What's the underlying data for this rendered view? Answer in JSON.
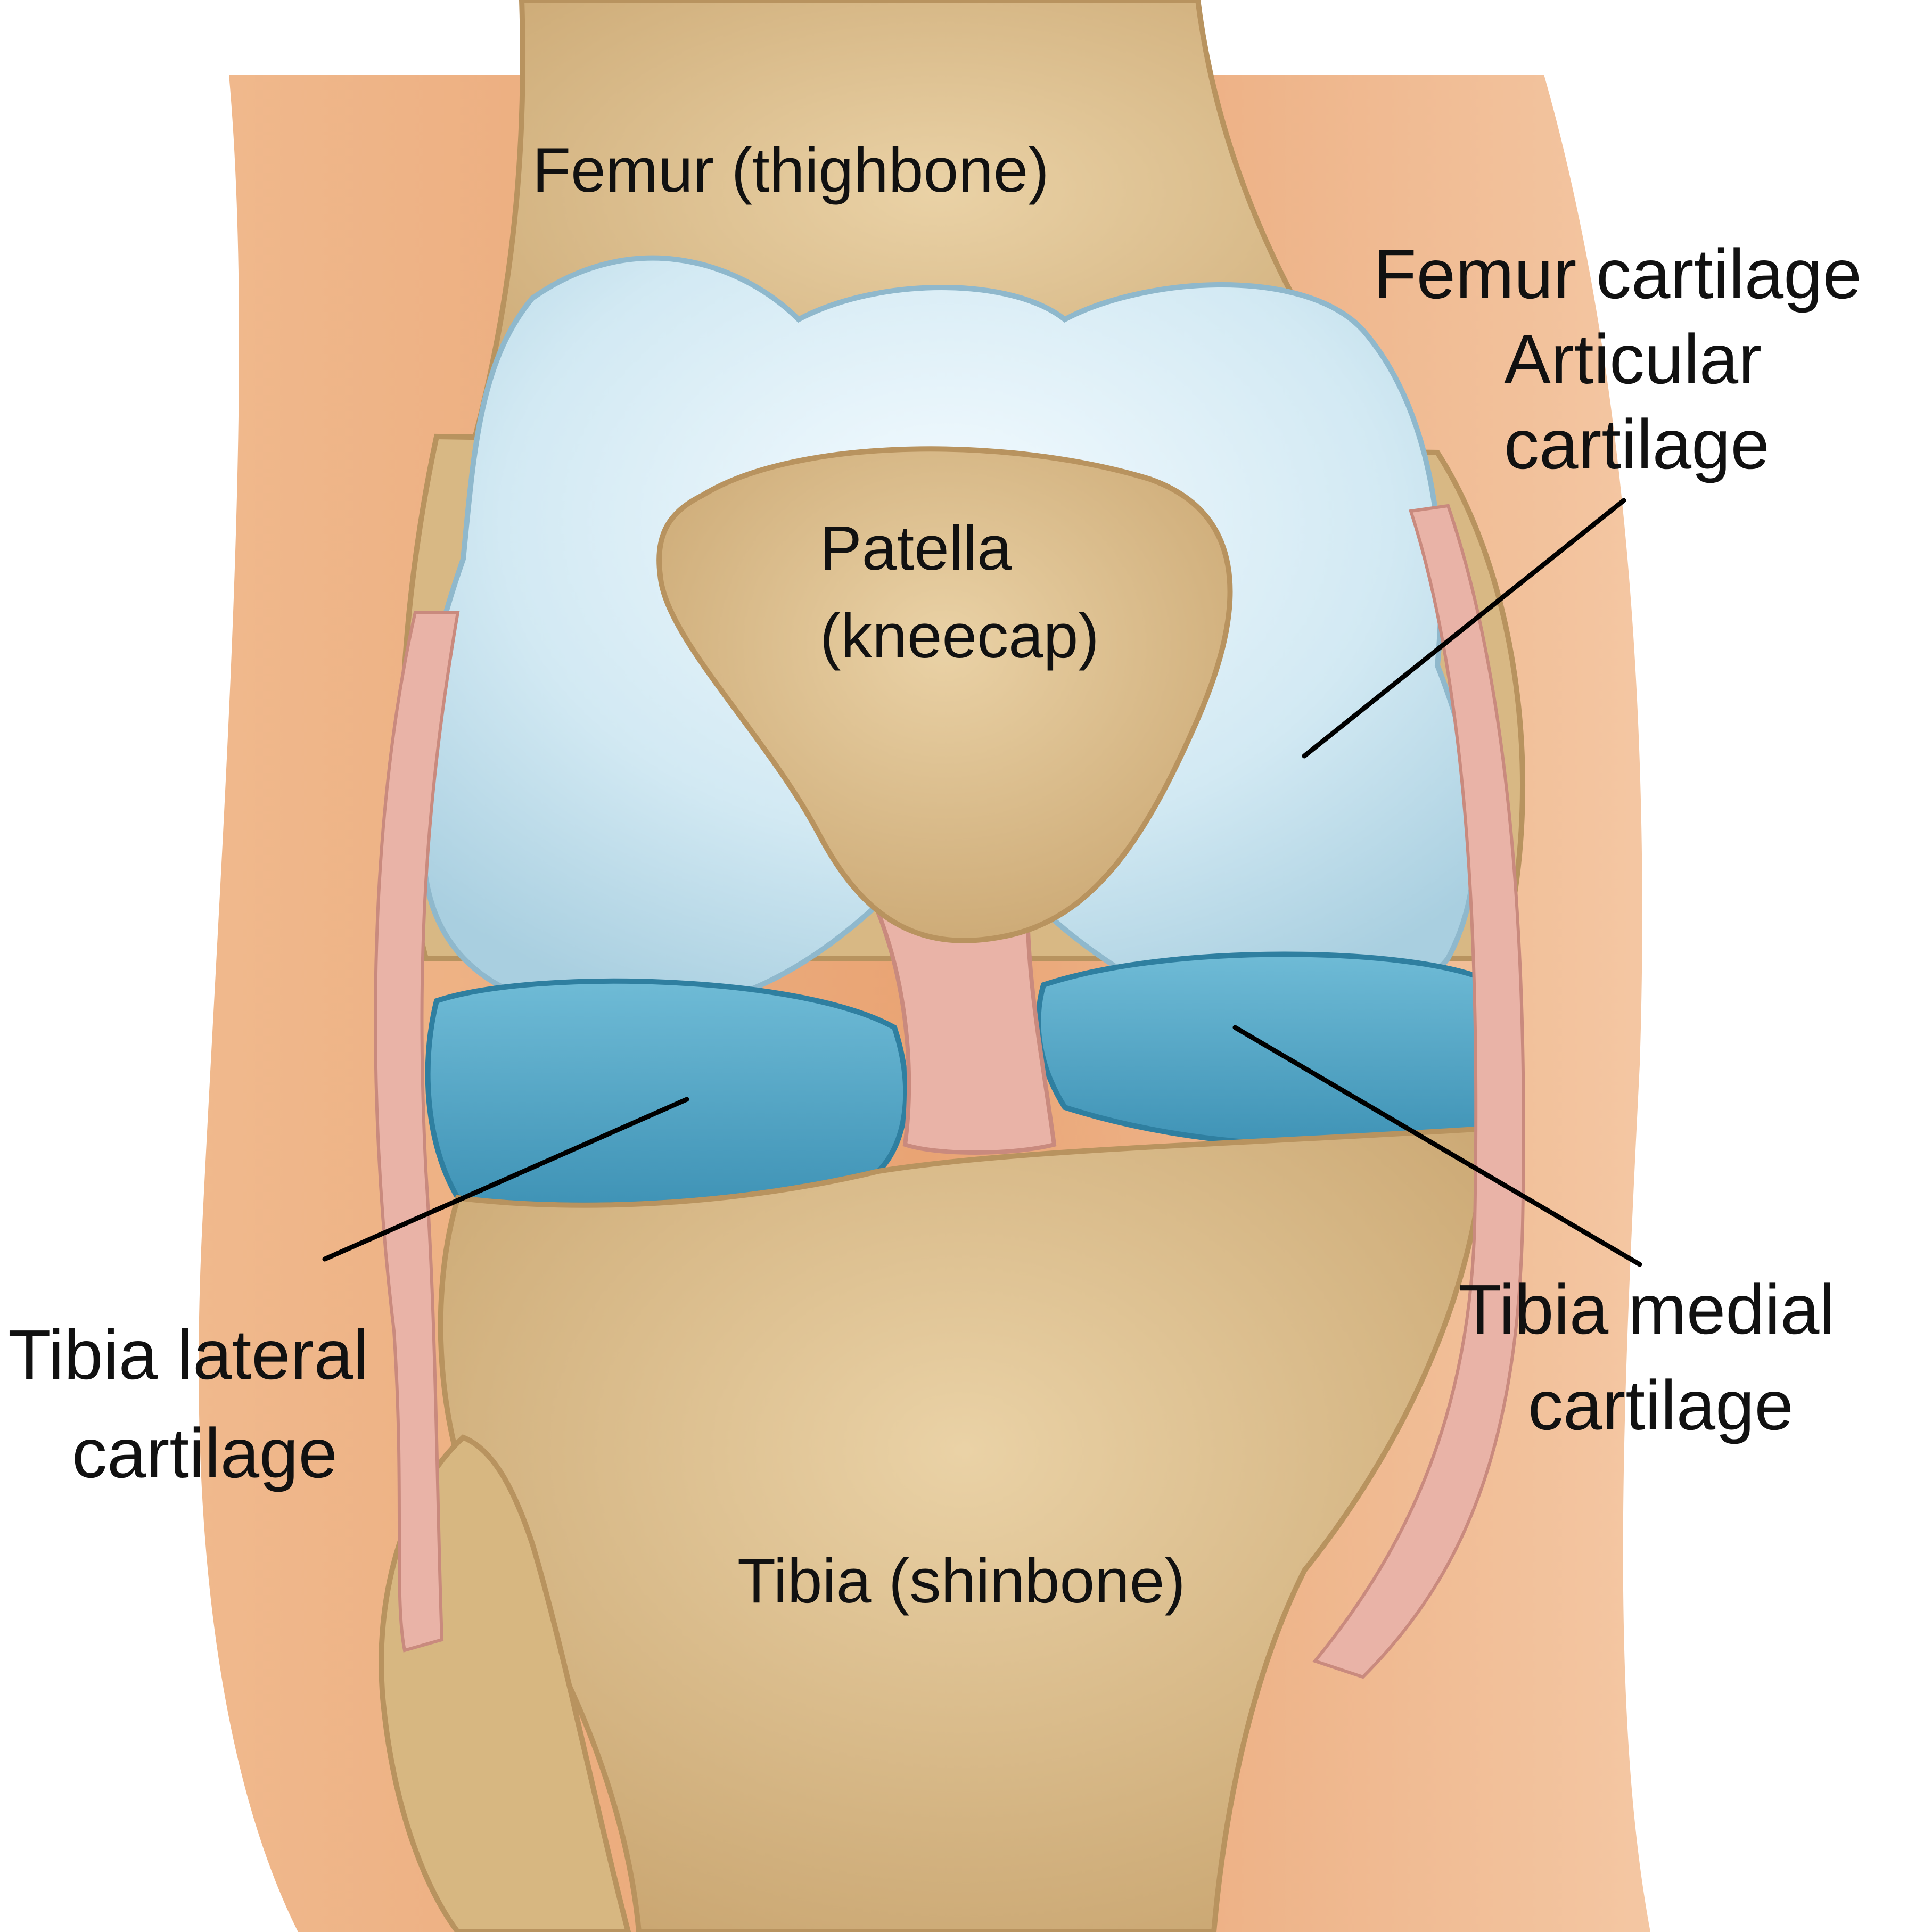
{
  "labels": {
    "femur": "Femur (thighbone)",
    "femur_cartilage": "Femur cartilage",
    "articular_line1": "Articular",
    "articular_line2": "cartilage",
    "patella_line1": "Patella",
    "patella_line2": "(kneecap)",
    "tibia_lateral_line1": "Tibia lateral",
    "tibia_lateral_line2": "cartilage",
    "tibia_medial_line1": "Tibia medial",
    "tibia_medial_line2": "cartilage",
    "tibia": "Tibia (shinbone)"
  },
  "colors": {
    "skin": "#ecaa7a",
    "bone": "#dcbf8e",
    "bone_shadow": "#b8935f",
    "femur_cartilage": "#cfe6f0",
    "meniscus": "#52a7c7",
    "ligament": "#e9b3a7",
    "pointer": "#000000"
  }
}
